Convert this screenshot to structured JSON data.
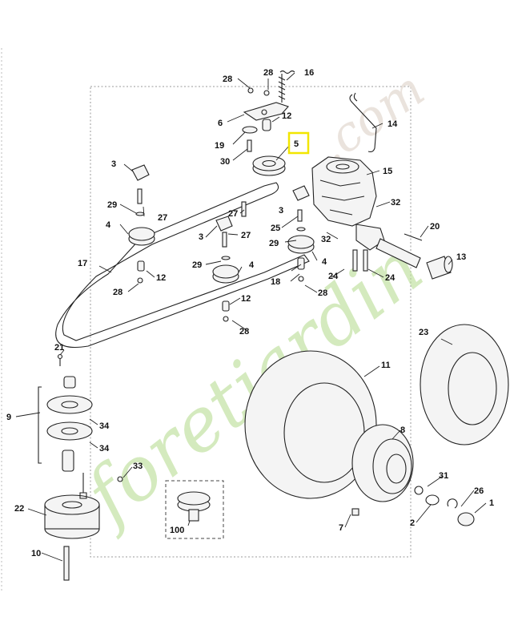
{
  "diagram": {
    "callouts": [
      {
        "id": "c-28a",
        "label": "28"
      },
      {
        "id": "c-28b",
        "label": "28"
      },
      {
        "id": "c-16",
        "label": "16"
      },
      {
        "id": "c-6",
        "label": "6"
      },
      {
        "id": "c-12a",
        "label": "12"
      },
      {
        "id": "c-19",
        "label": "19"
      },
      {
        "id": "c-5",
        "label": "5"
      },
      {
        "id": "c-30",
        "label": "30"
      },
      {
        "id": "c-14",
        "label": "14"
      },
      {
        "id": "c-3a",
        "label": "3"
      },
      {
        "id": "c-15",
        "label": "15"
      },
      {
        "id": "c-29a",
        "label": "29"
      },
      {
        "id": "c-27a",
        "label": "27"
      },
      {
        "id": "c-27b",
        "label": "27"
      },
      {
        "id": "c-3b",
        "label": "3"
      },
      {
        "id": "c-32a",
        "label": "32"
      },
      {
        "id": "c-25",
        "label": "25"
      },
      {
        "id": "c-4a",
        "label": "4"
      },
      {
        "id": "c-3c",
        "label": "3"
      },
      {
        "id": "c-27c",
        "label": "27"
      },
      {
        "id": "c-32b",
        "label": "32"
      },
      {
        "id": "c-20",
        "label": "20"
      },
      {
        "id": "c-29b",
        "label": "29"
      },
      {
        "id": "c-17",
        "label": "17"
      },
      {
        "id": "c-29c",
        "label": "29"
      },
      {
        "id": "c-4b",
        "label": "4"
      },
      {
        "id": "c-4c",
        "label": "4"
      },
      {
        "id": "c-13",
        "label": "13"
      },
      {
        "id": "c-12b",
        "label": "12"
      },
      {
        "id": "c-24a",
        "label": "24"
      },
      {
        "id": "c-24b",
        "label": "24"
      },
      {
        "id": "c-18",
        "label": "18"
      },
      {
        "id": "c-28c",
        "label": "28"
      },
      {
        "id": "c-28d",
        "label": "28"
      },
      {
        "id": "c-12c",
        "label": "12"
      },
      {
        "id": "c-28e",
        "label": "28"
      },
      {
        "id": "c-23",
        "label": "23"
      },
      {
        "id": "c-21",
        "label": "21"
      },
      {
        "id": "c-11",
        "label": "11"
      },
      {
        "id": "c-9",
        "label": "9"
      },
      {
        "id": "c-34a",
        "label": "34"
      },
      {
        "id": "c-8",
        "label": "8"
      },
      {
        "id": "c-34b",
        "label": "34"
      },
      {
        "id": "c-33",
        "label": "33"
      },
      {
        "id": "c-31",
        "label": "31"
      },
      {
        "id": "c-26",
        "label": "26"
      },
      {
        "id": "c-22",
        "label": "22"
      },
      {
        "id": "c-1",
        "label": "1"
      },
      {
        "id": "c-2",
        "label": "2"
      },
      {
        "id": "c-100",
        "label": "100"
      },
      {
        "id": "c-7",
        "label": "7"
      },
      {
        "id": "c-10",
        "label": "10"
      }
    ],
    "highlight": {
      "label": "5",
      "color": "#f2e600"
    }
  },
  "watermark": {
    "text": "foretjardin",
    "suffix": ".com",
    "color": "#8cc43f"
  }
}
